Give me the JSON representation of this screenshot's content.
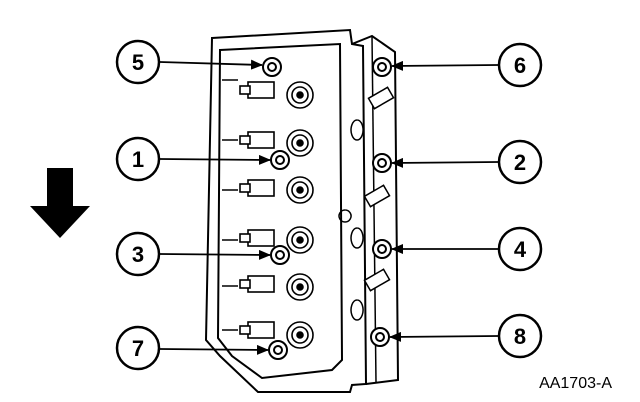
{
  "figure_id": "AA1703-A",
  "callouts": {
    "left": [
      "5",
      "1",
      "3",
      "7"
    ],
    "right": [
      "6",
      "2",
      "4",
      "8"
    ]
  },
  "direction_arrow": "down-arrow-icon",
  "colors": {
    "ink": "#000000",
    "paper": "#ffffff"
  }
}
